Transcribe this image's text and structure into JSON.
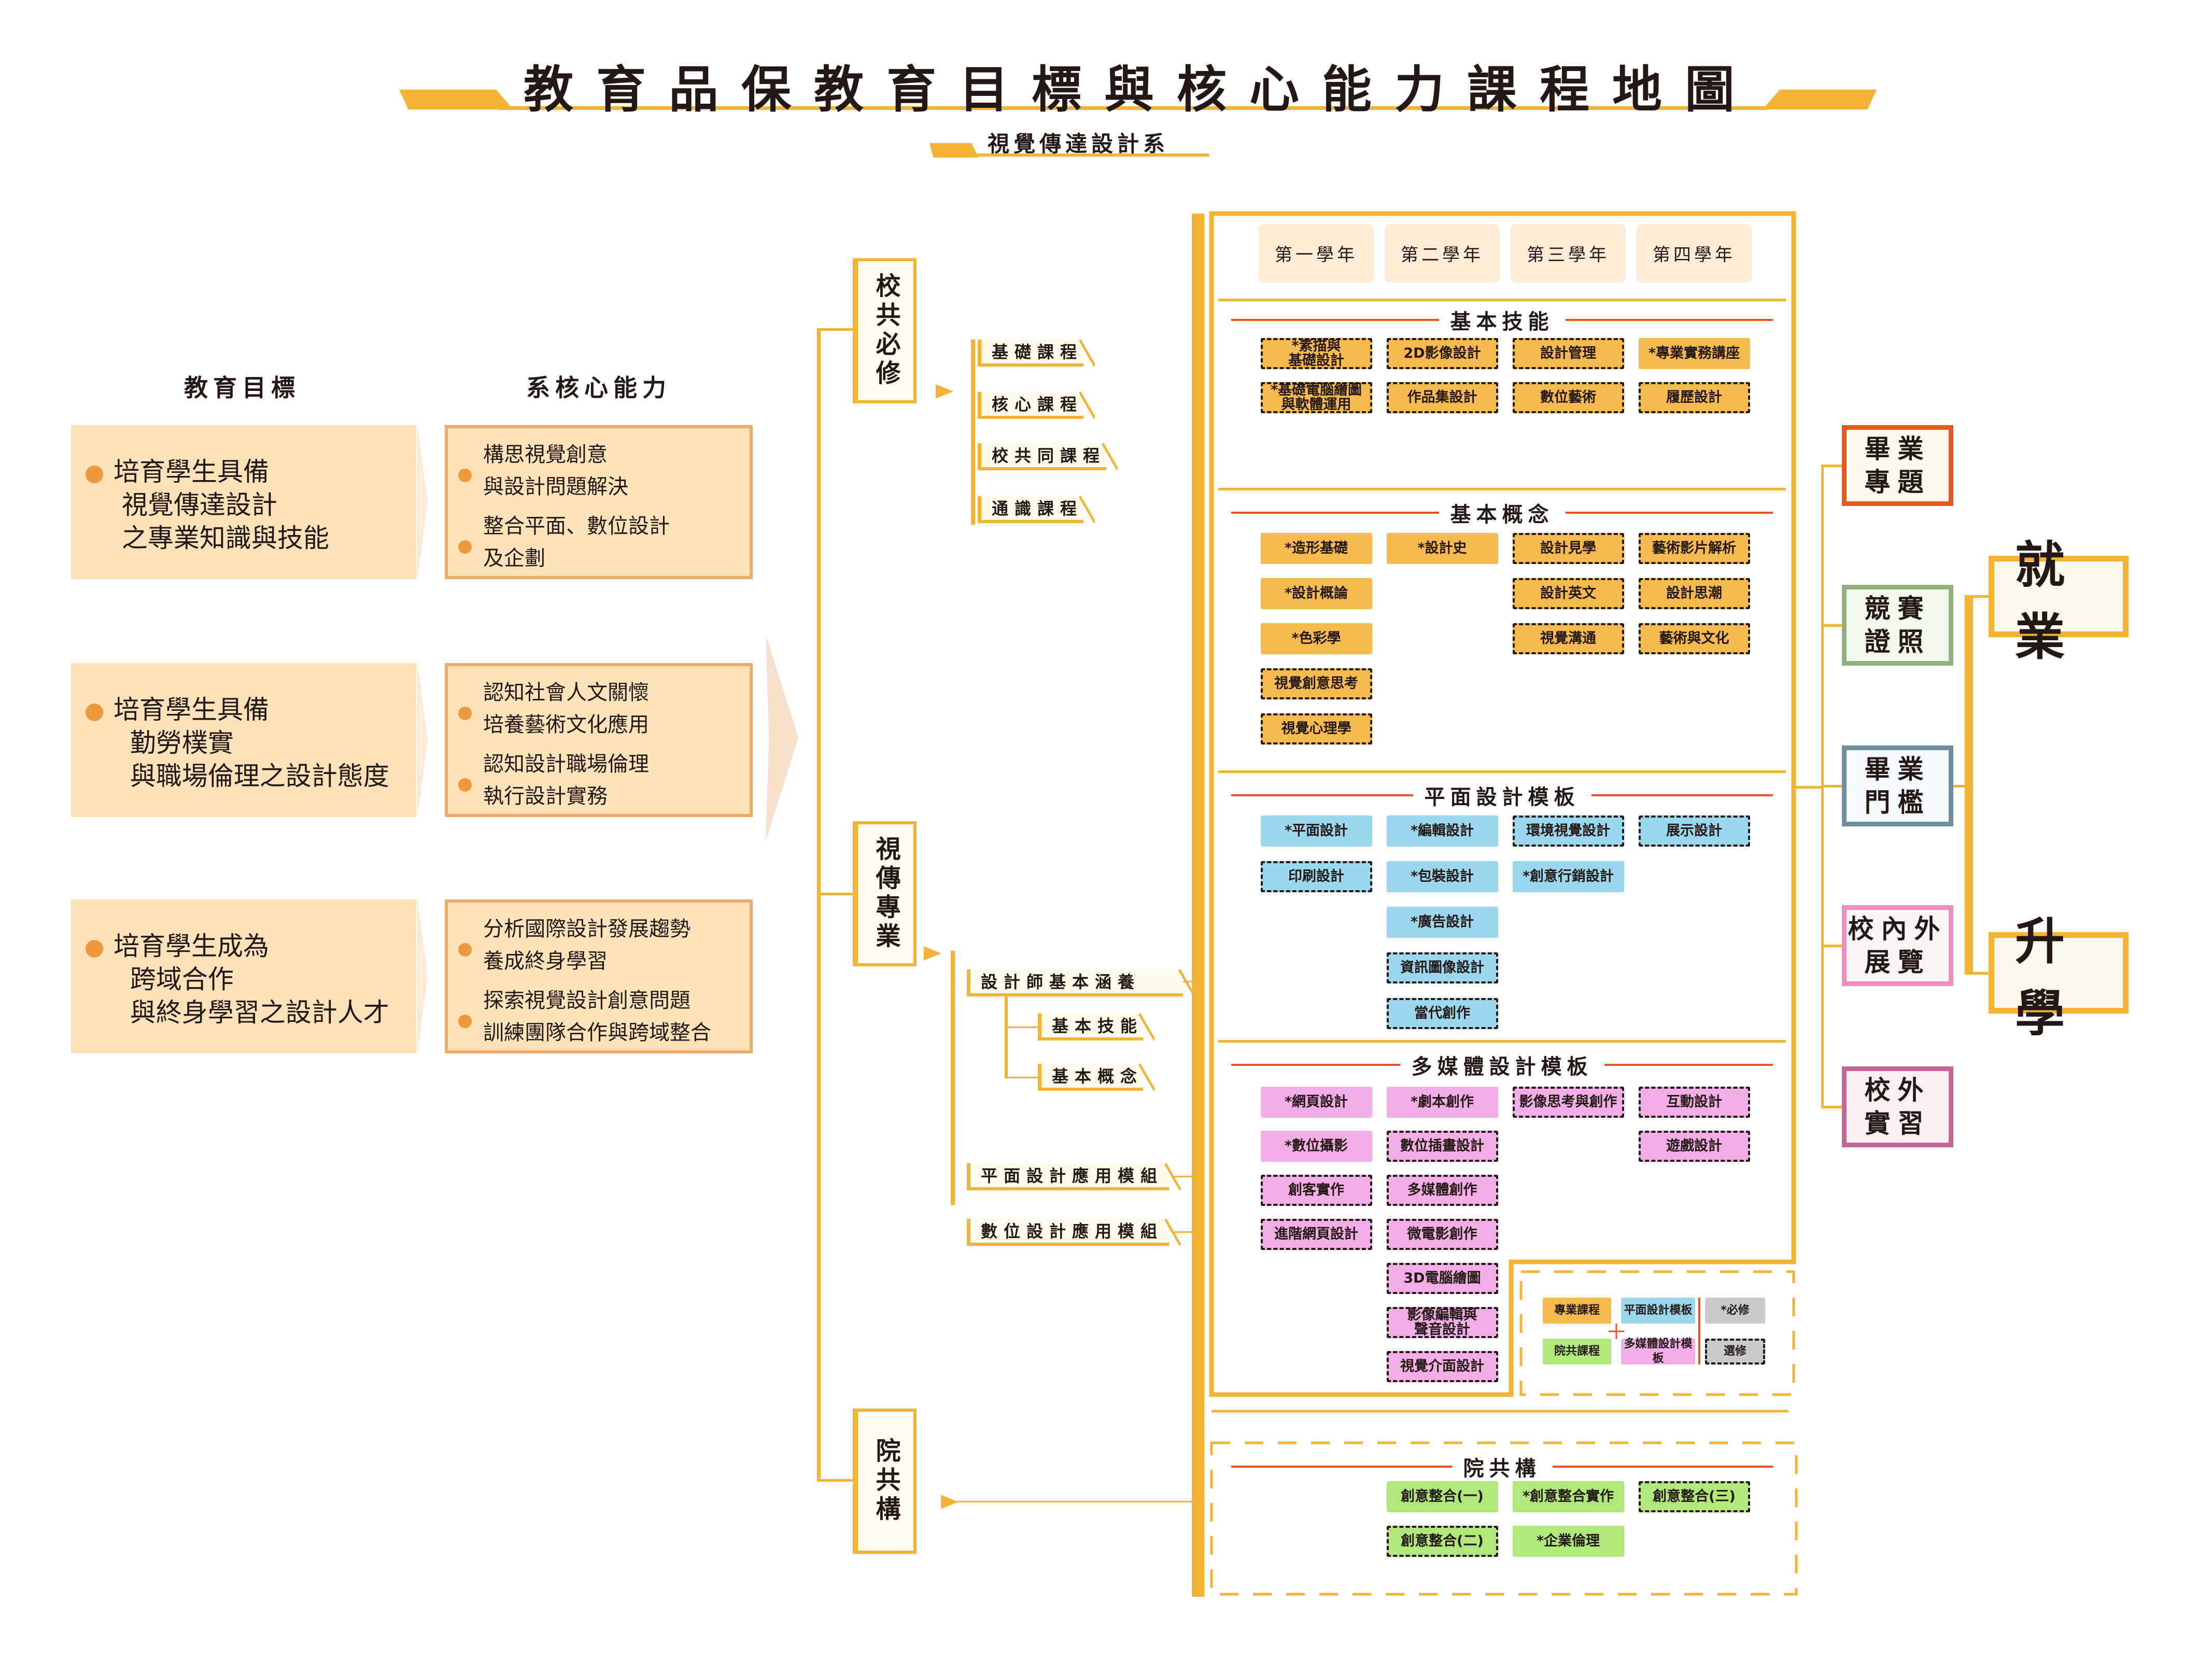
{
  "header": {
    "title": "教育品保教育目標與核心能力課程地圖",
    "department": "視覺傳達設計系"
  },
  "left": {
    "goals_heading": "教育目標",
    "competencies_heading": "系核心能力",
    "goals": [
      "培育學生具備\n 視覺傳達設計\n 之專業知識與技能",
      "培育學生具備\n  勤勞樸實\n  與職場倫理之設計態度",
      "培育學生成為\n  跨域合作\n  與終身學習之設計人才"
    ],
    "competencies": [
      [
        "構思視覺創意\n與設計問題解決",
        "整合平面、數位設計\n及企劃"
      ],
      [
        "認知社會人文關懷\n培養藝術文化應用",
        "認知設計職場倫理\n執行設計實務"
      ],
      [
        "分析國際設計發展趨勢\n養成終身學習",
        "探索視覺設計創意問題\n訓練團隊合作與跨域整合"
      ]
    ]
  },
  "categories": {
    "school": {
      "title": "校共必修",
      "courses": [
        "基礎課程",
        "核心課程",
        "校共同課程",
        "通識課程"
      ]
    },
    "major": {
      "title": "視傳專業",
      "foundation": "設計師基本涵養",
      "skills": "基本技能",
      "concepts": "基本概念",
      "graphic_module": "平面設計應用模組",
      "digital_module": "數位設計應用模組"
    },
    "college": {
      "title": "院共構"
    }
  },
  "years": [
    "第一學年",
    "第二學年",
    "第三學年",
    "第四學年"
  ],
  "colors": {
    "accent": "#F5B335",
    "professional": "#F7BA4E",
    "graphic": "#9BD8F0",
    "multimedia": "#F2AEE6",
    "college": "#B0E87C",
    "line_red": "#E8531F"
  },
  "sections": [
    {
      "title": "基本技能",
      "theme": "orange",
      "columns": [
        [
          {
            "label": "*素描與\n基礎設計",
            "style": "dashed"
          },
          {
            "label": "*基礎電腦繪圖\n與軟體運用",
            "style": "dashed"
          }
        ],
        [
          {
            "label": "2D影像設計",
            "style": "dashed"
          },
          {
            "label": "作品集設計",
            "style": "dashed"
          }
        ],
        [
          {
            "label": "設計管理",
            "style": "dashed"
          },
          {
            "label": "數位藝術",
            "style": "dashed"
          }
        ],
        [
          {
            "label": "*專業實務講座",
            "style": "solid"
          },
          {
            "label": "履歷設計",
            "style": "dashed"
          }
        ]
      ]
    },
    {
      "title": "基本概念",
      "theme": "orange",
      "columns": [
        [
          {
            "label": "*造形基礎",
            "style": "solid"
          },
          {
            "label": "*設計概論",
            "style": "solid"
          },
          {
            "label": "*色彩學",
            "style": "solid"
          },
          {
            "label": "視覺創意思考",
            "style": "dashed"
          },
          {
            "label": "視覺心理學",
            "style": "dashed"
          }
        ],
        [
          {
            "label": "*設計史",
            "style": "solid"
          }
        ],
        [
          {
            "label": "設計見學",
            "style": "dashed"
          },
          {
            "label": "設計英文",
            "style": "dashed"
          },
          {
            "label": "視覺溝通",
            "style": "dashed"
          }
        ],
        [
          {
            "label": "藝術影片解析",
            "style": "dashed"
          },
          {
            "label": "設計思潮",
            "style": "dashed"
          },
          {
            "label": "藝術與文化",
            "style": "dashed"
          }
        ]
      ]
    },
    {
      "title": "平面設計模板",
      "theme": "blue",
      "columns": [
        [
          {
            "label": "*平面設計",
            "style": "solid"
          },
          {
            "label": "印刷設計",
            "style": "dashed"
          }
        ],
        [
          {
            "label": "*編輯設計",
            "style": "solid"
          },
          {
            "label": "*包裝設計",
            "style": "solid"
          },
          {
            "label": "*廣告設計",
            "style": "solid"
          },
          {
            "label": "資訊圖像設計",
            "style": "dashed"
          },
          {
            "label": "當代創作",
            "style": "dashed"
          }
        ],
        [
          {
            "label": "環境視覺設計",
            "style": "dashed"
          },
          {
            "label": "*創意行銷設計",
            "style": "solid"
          }
        ],
        [
          {
            "label": "展示設計",
            "style": "dashed"
          }
        ]
      ]
    },
    {
      "title": "多媒體設計模板",
      "theme": "pink",
      "columns": [
        [
          {
            "label": "*網頁設計",
            "style": "solid"
          },
          {
            "label": "*數位攝影",
            "style": "solid"
          },
          {
            "label": "創客實作",
            "style": "dashed"
          },
          {
            "label": "進階網頁設計",
            "style": "dashed"
          }
        ],
        [
          {
            "label": "*劇本創作",
            "style": "solid"
          },
          {
            "label": "數位插畫設計",
            "style": "dashed"
          },
          {
            "label": "多媒體創作",
            "style": "dashed"
          },
          {
            "label": "微電影創作",
            "style": "dashed"
          },
          {
            "label": "3D電腦繪圖",
            "style": "dashed"
          },
          {
            "label": "影像編輯與\n聲音設計",
            "style": "dashed"
          },
          {
            "label": "視覺介面設計",
            "style": "dashed"
          }
        ],
        [
          {
            "label": "影像思考與創作",
            "style": "dashed"
          }
        ],
        [
          {
            "label": "互動設計",
            "style": "dashed"
          },
          {
            "label": "遊戲設計",
            "style": "dashed"
          }
        ]
      ]
    },
    {
      "title": "院共構",
      "theme": "green",
      "columns": [
        [],
        [
          {
            "label": "創意整合(一)",
            "style": "solid"
          },
          {
            "label": "創意整合(二)",
            "style": "dashed"
          }
        ],
        [
          {
            "label": "*創意整合實作",
            "style": "solid"
          },
          {
            "label": "*企業倫理",
            "style": "solid"
          }
        ],
        [
          {
            "label": "創意整合(三)",
            "style": "dashed"
          }
        ]
      ]
    }
  ],
  "legend": {
    "professional": "專業課程",
    "college": "院共課程",
    "graphic": "平面設計模板",
    "multimedia": "多媒體設計模板",
    "required": "*必修",
    "elective": "選修"
  },
  "outcomes": {
    "activities": [
      {
        "label": "畢業\n專題",
        "color": "#E8581C",
        "bg": "#FCF8EE"
      },
      {
        "label": "競賽\n證照",
        "color": "#92B27A",
        "bg": "#F2F8EE"
      },
      {
        "label": "畢業\n門檻",
        "color": "#6A8FA0",
        "bg": "#F4FAFD"
      },
      {
        "label": "校內外\n展覽",
        "color": "#F28CC0",
        "bg": "#F9F4F8"
      },
      {
        "label": "校外\n實習",
        "color": "#C8649A",
        "bg": "#FCEFF4"
      }
    ],
    "employment": "就業",
    "further_study": "升學"
  }
}
